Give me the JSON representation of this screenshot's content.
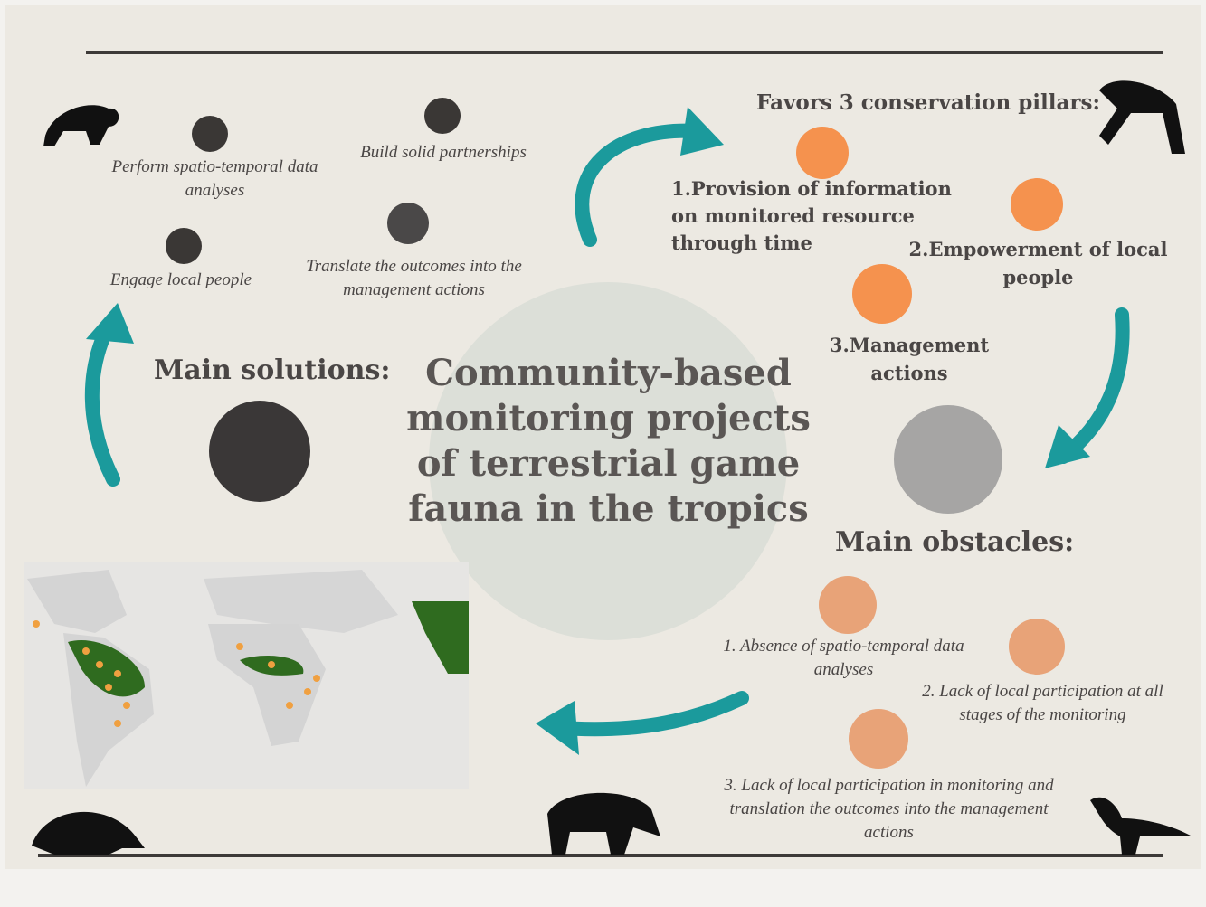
{
  "title": "Community-based monitoring projects of terrestrial game fauna in the tropics",
  "solutions": {
    "heading": "Main solutions:",
    "items": [
      "Perform spatio-temporal data analyses",
      "Build solid partnerships",
      "Engage local people",
      "Translate the outcomes into the management actions"
    ]
  },
  "pillars": {
    "heading": "Favors 3 conservation pillars:",
    "items": [
      "1.Provision of information on monitored resource through time",
      "2.Empowerment of local people",
      "3.Management actions"
    ]
  },
  "obstacles": {
    "heading": "Main obstacles:",
    "items": [
      "1.   Absence of spatio-temporal data analyses",
      "2. Lack of local participation at all stages of the monitoring",
      "3. Lack of local participation in monitoring and translation the outcomes into the management actions"
    ]
  },
  "colors": {
    "background": "#ece9e2",
    "arrow": "#1b9a9c",
    "solution_dot": "#3a3735",
    "pillar_dot": "#f5924e",
    "obstacle_dot": "#e8a378",
    "center_circle": "#dcdfd8",
    "forest": "#2f6b1f",
    "site": "#f0a040"
  },
  "icons": [
    "monkey-icon",
    "gazelle-icon",
    "armadillo-icon",
    "tapir-icon",
    "bird-icon",
    "world-map"
  ]
}
